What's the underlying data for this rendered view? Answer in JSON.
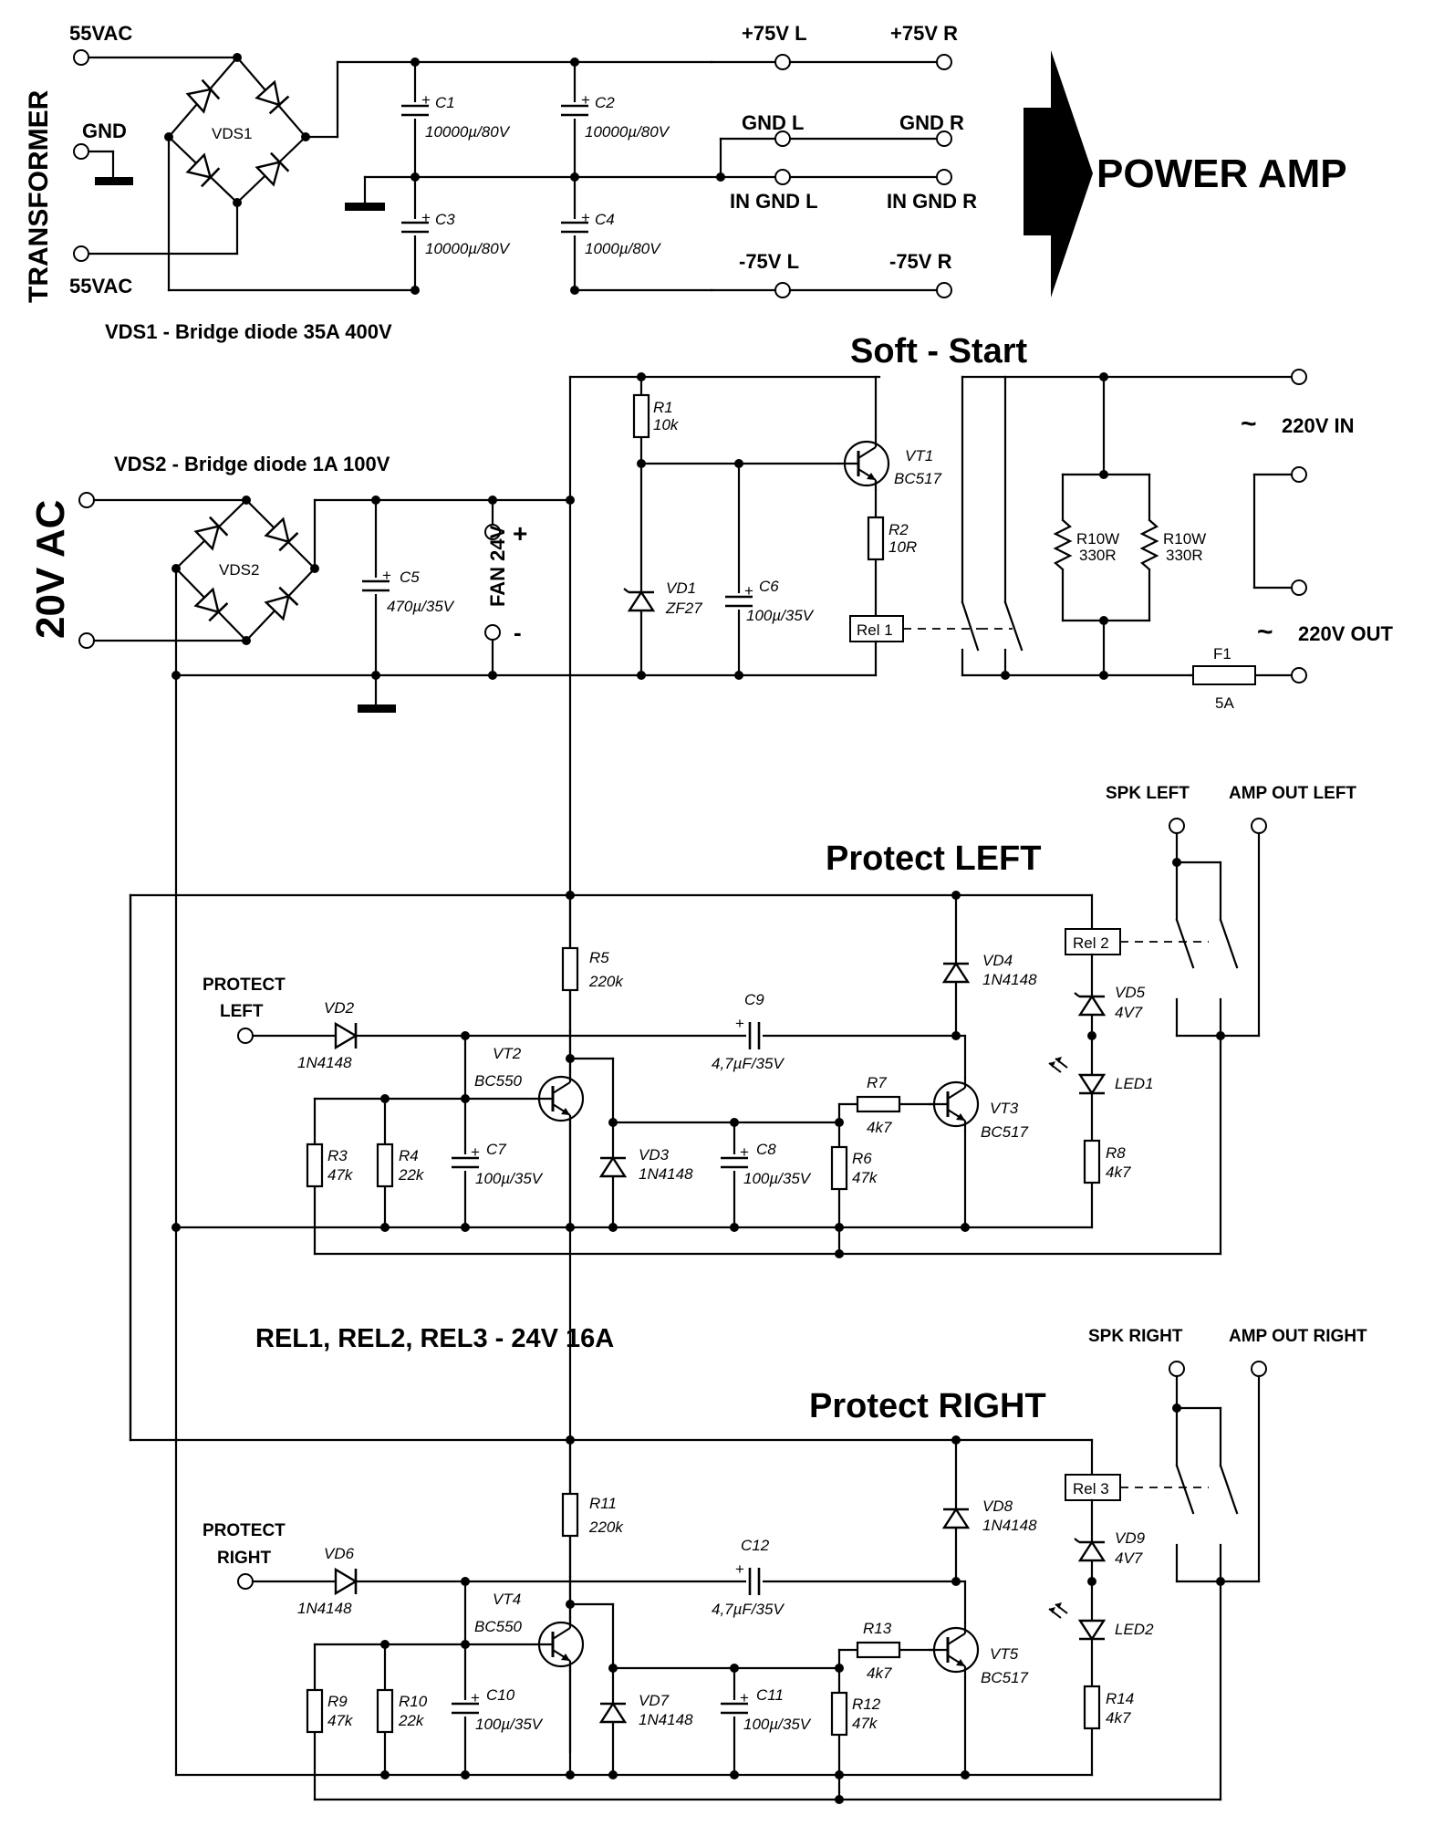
{
  "power_section": {
    "side_label": "TRANSFORMER",
    "ac_top": "55VAC",
    "gnd": "GND",
    "ac_bottom": "55VAC",
    "bridge": "VDS1",
    "bridge_note": "VDS1 - Bridge diode  35A 400V",
    "caps": [
      {
        "ref": "C1",
        "value": "10000µ/80V"
      },
      {
        "ref": "C2",
        "value": "10000µ/80V"
      },
      {
        "ref": "C3",
        "value": "10000µ/80V"
      },
      {
        "ref": "C4",
        "value": "1000µ/80V"
      }
    ],
    "rails": {
      "p75l": "+75V L",
      "p75r": "+75V R",
      "gndl": "GND L",
      "gndr": "GND R",
      "ingndl": "IN GND L",
      "ingndr": "IN GND R",
      "m75l": "-75V L",
      "m75r": "-75V R"
    },
    "target": "POWER AMP"
  },
  "soft_start": {
    "title": "Soft - Start",
    "bridge_note": "VDS2 - Bridge diode  1A 100V",
    "ac_label": "20V AC",
    "bridge": "VDS2",
    "c5": {
      "ref": "C5",
      "value": "470µ/35V"
    },
    "fan": "FAN 24V",
    "plus": "+",
    "minus": "-",
    "r1": {
      "ref": "R1",
      "value": "10k"
    },
    "vt1": {
      "ref": "VT1",
      "value": "BC517"
    },
    "r2": {
      "ref": "R2",
      "value": "10R"
    },
    "vd1": {
      "ref": "VD1",
      "value": "ZF27"
    },
    "c6": {
      "ref": "C6",
      "value": "100µ/35V"
    },
    "rel1": "Rel 1",
    "r_power_a": {
      "ref": "R10W",
      "value": "330R"
    },
    "r_power_b": {
      "ref": "R10W",
      "value": "330R"
    },
    "f1": {
      "ref": "F1",
      "value": "5A"
    },
    "in_label": "220V  IN",
    "out_label": "220V  OUT",
    "tilde": "~"
  },
  "protect_left": {
    "title": "Protect LEFT",
    "spk": "SPK LEFT",
    "amp_out": "AMP OUT LEFT",
    "input": [
      "PROTECT",
      "LEFT"
    ],
    "vd_in": {
      "ref": "VD2",
      "value": "1N4148"
    },
    "r_top": {
      "ref": "R5",
      "value": "220k"
    },
    "c_coup": {
      "ref": "C9",
      "value": "4,7µF/35V"
    },
    "vt_a": {
      "ref": "VT2",
      "value": "BC550"
    },
    "vt_b": {
      "ref": "VT3",
      "value": "BC517"
    },
    "r_base": {
      "ref": "R7",
      "value": "4k7"
    },
    "r_a": {
      "ref": "R3",
      "value": "47k"
    },
    "r_b": {
      "ref": "R4",
      "value": "22k"
    },
    "c_a": {
      "ref": "C7",
      "value": "100µ/35V"
    },
    "vd_mid": {
      "ref": "VD3",
      "value": "1N4148"
    },
    "c_b": {
      "ref": "C8",
      "value": "100µ/35V"
    },
    "r_c": {
      "ref": "R6",
      "value": "47k"
    },
    "vd_top": {
      "ref": "VD4",
      "value": "1N4148"
    },
    "vd_z": {
      "ref": "VD5",
      "value": "4V7"
    },
    "led": "LED1",
    "r_led": {
      "ref": "R8",
      "value": "4k7"
    },
    "rel": "Rel 2"
  },
  "relay_note": "REL1, REL2, REL3  -  24V  16A",
  "protect_right": {
    "title": "Protect RIGHT",
    "spk": "SPK RIGHT",
    "amp_out": "AMP OUT RIGHT",
    "input": [
      "PROTECT",
      "RIGHT"
    ],
    "vd_in": {
      "ref": "VD6",
      "value": "1N4148"
    },
    "r_top": {
      "ref": "R11",
      "value": "220k"
    },
    "c_coup": {
      "ref": "C12",
      "value": "4,7µF/35V"
    },
    "vt_a": {
      "ref": "VT4",
      "value": "BC550"
    },
    "vt_b": {
      "ref": "VT5",
      "value": "BC517"
    },
    "r_base": {
      "ref": "R13",
      "value": "4k7"
    },
    "r_a": {
      "ref": "R9",
      "value": "47k"
    },
    "r_b": {
      "ref": "R10",
      "value": "22k"
    },
    "c_a": {
      "ref": "C10",
      "value": "100µ/35V"
    },
    "vd_mid": {
      "ref": "VD7",
      "value": "1N4148"
    },
    "c_b": {
      "ref": "C11",
      "value": "100µ/35V"
    },
    "r_c": {
      "ref": "R12",
      "value": "47k"
    },
    "vd_top": {
      "ref": "VD8",
      "value": "1N4148"
    },
    "vd_z": {
      "ref": "VD9",
      "value": "4V7"
    },
    "led": "LED2",
    "r_led": {
      "ref": "R14",
      "value": "4k7"
    },
    "rel": "Rel 3"
  },
  "polarity_mark": "+"
}
